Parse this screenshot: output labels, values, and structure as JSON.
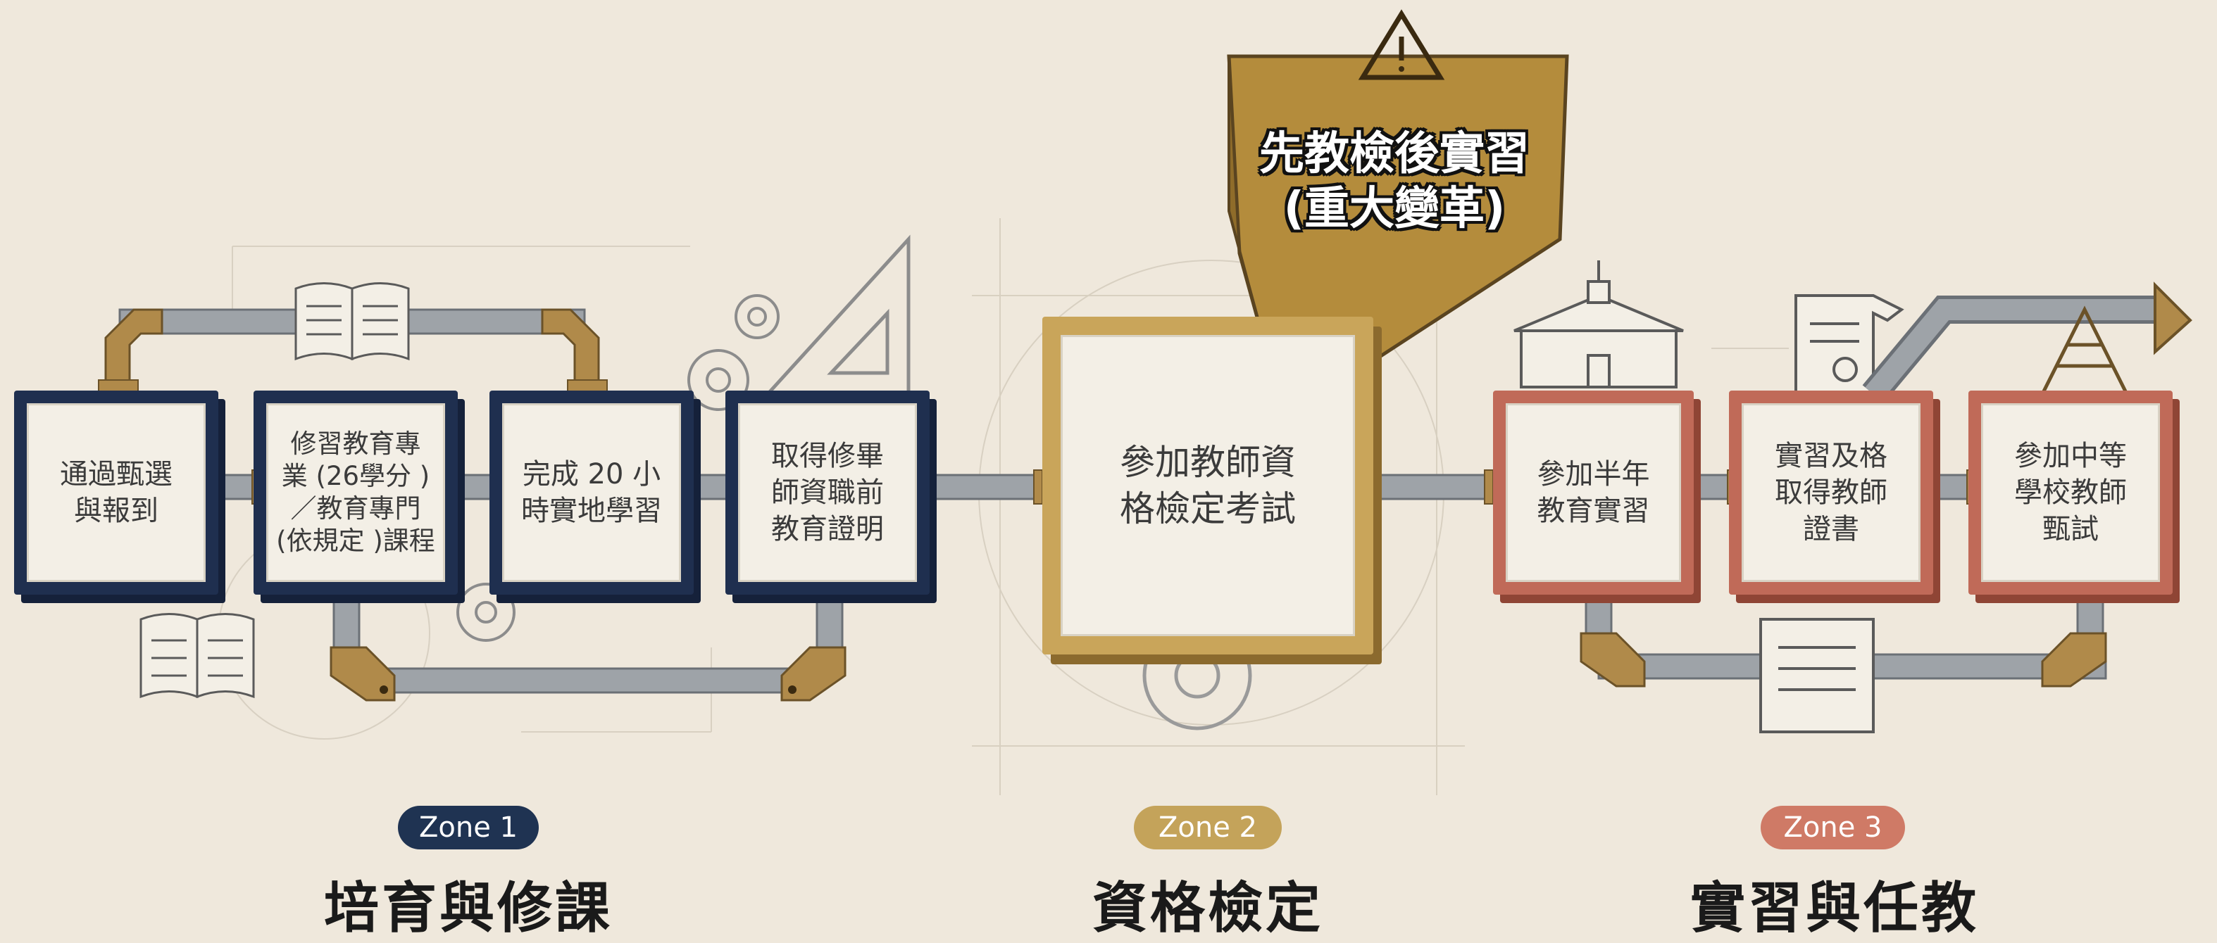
{
  "steps": {
    "s1": "通過甄選\n與報到",
    "s2": "修習教育專\n業 (26學分 )\n／教育專門\n(依規定 )課程",
    "s3": "完成 20 小\n時實地學習",
    "s4": "取得修畢\n師資職前\n教育證明",
    "s5": "參加教師資\n格檢定考試",
    "s6": "參加半年\n教育實習",
    "s7": "實習及格\n取得教師\n證書",
    "s8": "參加中等\n學校教師\n甄試"
  },
  "warning": {
    "text": "先教檢後實習\n(重大變革)"
  },
  "zones": [
    {
      "badge": "Zone 1",
      "title": "培育與修課",
      "color": "#1f3352"
    },
    {
      "badge": "Zone 2",
      "title": "資格檢定",
      "color": "#c4a35a"
    },
    {
      "badge": "Zone 3",
      "title": "實習與任教",
      "color": "#cf7a66"
    }
  ],
  "colors": {
    "navy": "#1f2f4f",
    "gold": "#c9a55a",
    "red": "#c06a58",
    "pipe": "#9ea3a8",
    "brass": "#b08a4a"
  },
  "icons": [
    "open-book-icon",
    "gear-icon",
    "set-square-icon",
    "compass-icon",
    "warning-icon",
    "school-building-icon",
    "diploma-scroll-icon",
    "document-scroll-icon",
    "arrow-up-right-icon",
    "ladder-icon"
  ]
}
